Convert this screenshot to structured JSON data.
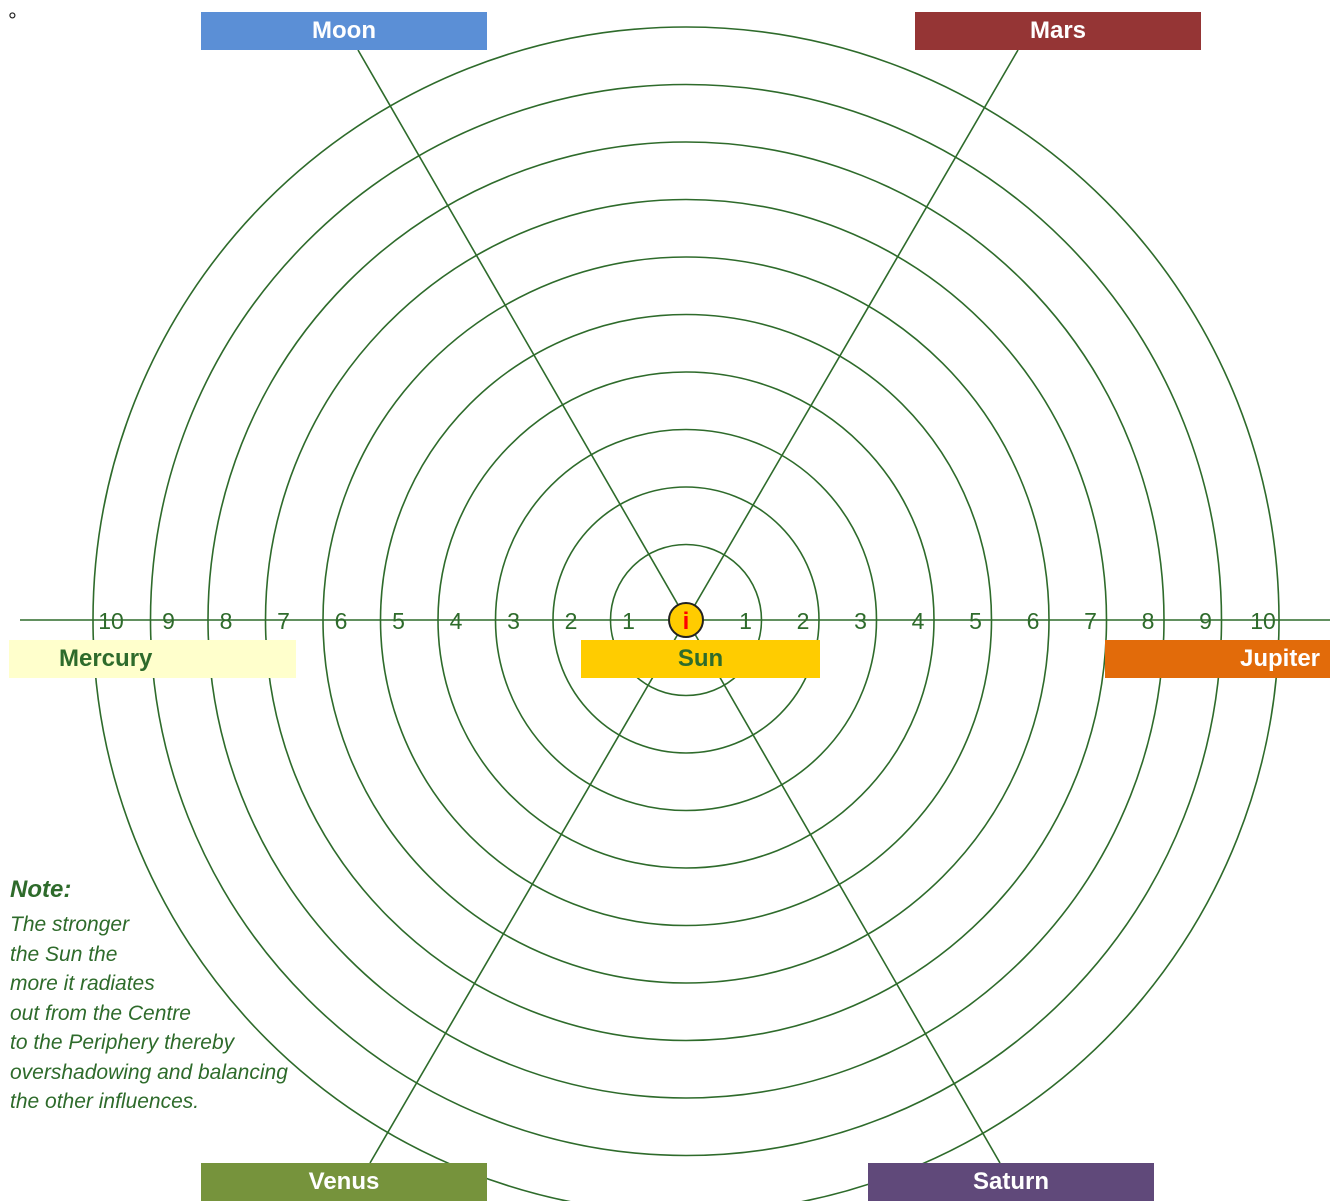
{
  "corner_mark": "°",
  "center_label": "i",
  "ring_numbers_left": [
    "10",
    "9",
    "8",
    "7",
    "6",
    "5",
    "4",
    "3",
    "2",
    "1"
  ],
  "ring_numbers_right": [
    "1",
    "2",
    "3",
    "4",
    "5",
    "6",
    "7",
    "8",
    "9",
    "10"
  ],
  "planets": {
    "moon": {
      "label": "Moon",
      "bg": "#5b8fd6",
      "fg": "#ffffff"
    },
    "mars": {
      "label": "Mars",
      "bg": "#953535",
      "fg": "#ffffff"
    },
    "venus": {
      "label": "Venus",
      "bg": "#76933c",
      "fg": "#ffffff"
    },
    "saturn": {
      "label": "Saturn",
      "bg": "#60497a",
      "fg": "#ffffff"
    },
    "mercury": {
      "label": "Mercury",
      "bg": "#ffffcc",
      "fg": "#2e6b2b"
    },
    "sun": {
      "label": "Sun",
      "bg": "#ffcc00",
      "fg": "#2e6b2b"
    },
    "jupiter": {
      "label": "Jupiter",
      "bg": "#e26b0a",
      "fg": "#ffffff"
    }
  },
  "note": {
    "title": "Note:",
    "lines": [
      "The stronger",
      "the Sun the",
      "more it radiates",
      "out from the Centre",
      "to the Periphery thereby",
      "overshadowing and balancing",
      "the other influences."
    ]
  },
  "colors": {
    "ring_line": "#2e6b2b",
    "center_fill": "#ffcc00",
    "center_text": "#ff0000"
  }
}
